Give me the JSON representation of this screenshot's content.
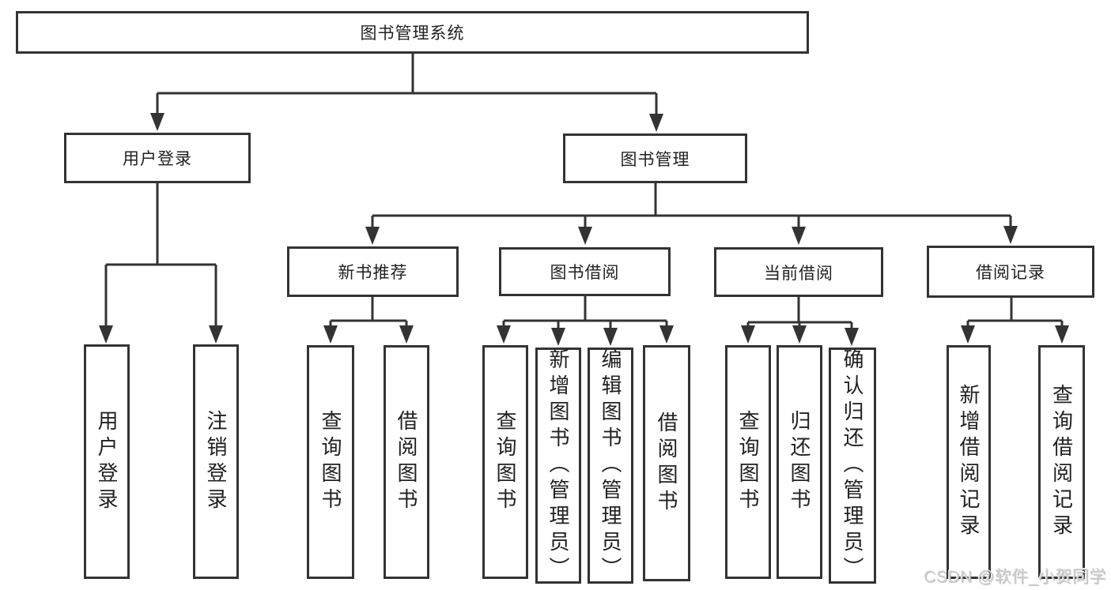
{
  "diagram": {
    "root": {
      "label": "图书管理系统"
    },
    "level1": [
      {
        "label": "用户登录",
        "children": [
          {
            "label": "用户登录"
          },
          {
            "label": "注销登录"
          }
        ]
      },
      {
        "label": "图书管理",
        "children": [
          {
            "label": "新书推荐",
            "children": [
              {
                "label": "查询图书"
              },
              {
                "label": "借阅图书"
              }
            ]
          },
          {
            "label": "图书借阅",
            "children": [
              {
                "label": "查询图书"
              },
              {
                "label": "新增图书（管理员）"
              },
              {
                "label": "编辑图书（管理员）"
              },
              {
                "label": "借阅图书"
              }
            ]
          },
          {
            "label": "当前借阅",
            "children": [
              {
                "label": "查询图书"
              },
              {
                "label": "归还图书"
              },
              {
                "label": "确认归还（管理员）"
              }
            ]
          },
          {
            "label": "借阅记录",
            "children": [
              {
                "label": "新增借阅记录"
              },
              {
                "label": "查询借阅记录"
              }
            ]
          }
        ]
      }
    ]
  },
  "watermark": {
    "text": "CSDN @软件_小贺同学"
  },
  "colors": {
    "line": "#333333",
    "box_border": "#333333",
    "text": "#212121",
    "watermark": "#cfcfcf",
    "background": "#ffffff"
  }
}
